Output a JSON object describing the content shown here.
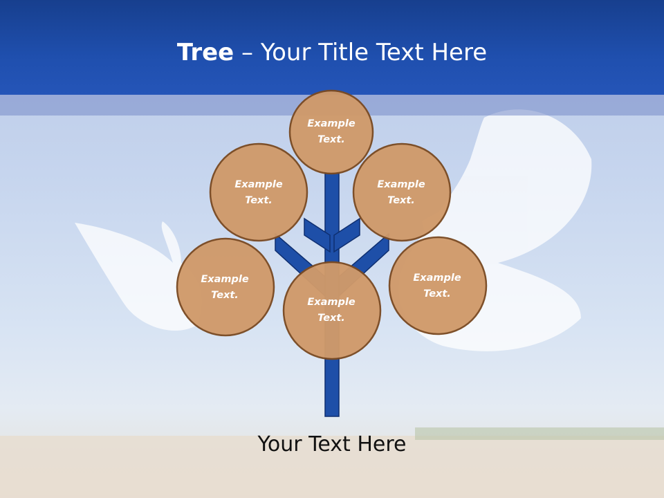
{
  "title": {
    "bold": "Tree",
    "separator": " – ",
    "rest": "Your Title Text Here"
  },
  "nodes": [
    {
      "line1": "Example",
      "line2": "Text."
    },
    {
      "line1": "Example",
      "line2": "Text."
    },
    {
      "line1": "Example",
      "line2": "Text."
    },
    {
      "line1": "Example",
      "line2": "Text."
    },
    {
      "line1": "Example",
      "line2": "Text."
    },
    {
      "line1": "Example",
      "line2": "Text."
    }
  ],
  "footer": "Your Text Here",
  "colors": {
    "title_bar": "#1f4fae",
    "node_fill": "#d09a6a",
    "node_stroke": "#7a4a22",
    "trunk": "#1e4fa8",
    "trunk_stroke": "#0f2f70"
  }
}
